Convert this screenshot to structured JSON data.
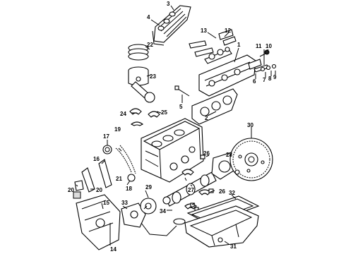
{
  "diagram": {
    "callouts": {
      "c1": "1",
      "c2": "2",
      "c3": "3",
      "c4": "4",
      "c5": "5",
      "c6": "6",
      "c7": "7",
      "c8": "8",
      "c9": "9",
      "c10": "10",
      "c11": "11",
      "c12": "12",
      "c13": "13",
      "c14": "14",
      "c15": "15",
      "c16": "16",
      "c17": "17",
      "c18": "18",
      "c19": "19",
      "c20a": "20",
      "c20b": "20",
      "c21": "21",
      "c22": "22",
      "c23": "23",
      "c24": "24",
      "c25": "25",
      "c26a": "26",
      "c26b": "26",
      "c27": "27",
      "c28": "28",
      "c29": "29",
      "c30": "30",
      "c31": "31",
      "c32": "32",
      "c33": "33",
      "c34": "34"
    }
  }
}
